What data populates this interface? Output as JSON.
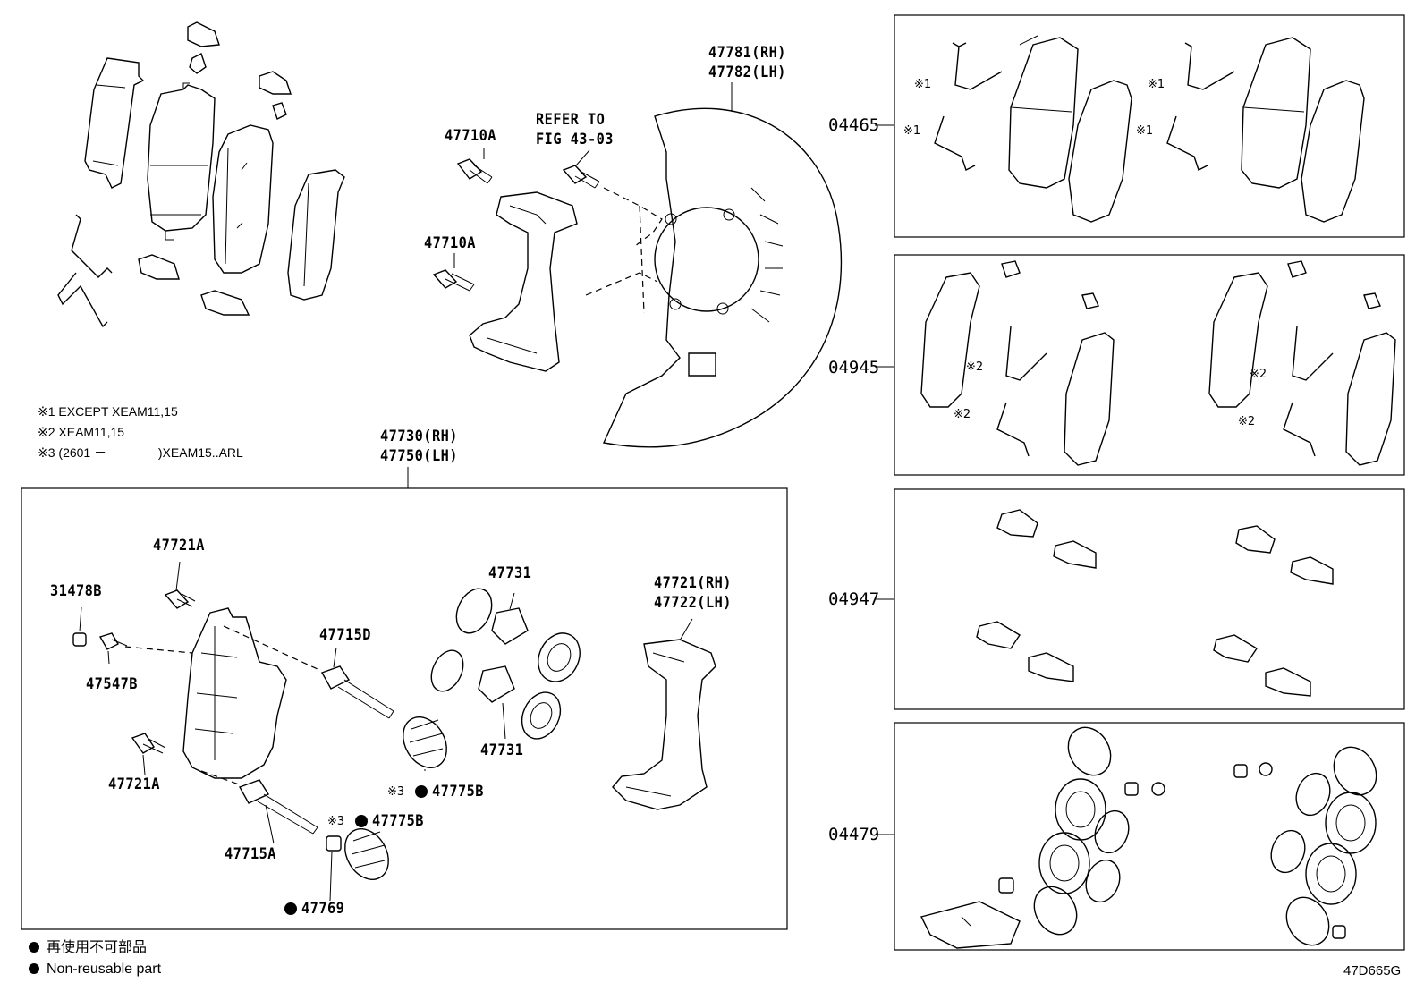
{
  "notes": {
    "n1": "※1 EXCEPT XEAM11,15",
    "n2": "※2 XEAM11,15",
    "n3a": "※3 (2601 －",
    "n3b": ")XEAM15..ARL"
  },
  "legend": {
    "jp": "再使用不可部品",
    "en": "Non-reusable part"
  },
  "diagram_code": "47D665G",
  "parts": {
    "p47781": "47781(RH)",
    "p47782": "47782(LH)",
    "refer1": "REFER TO",
    "refer2": "FIG 43-03",
    "p47710a_1": "47710A",
    "p47710a_2": "47710A",
    "p47730": "47730(RH)",
    "p47750": "47750(LH)",
    "p47721a_1": "47721A",
    "p31478b": "31478B",
    "p47547b": "47547B",
    "p47715d": "47715D",
    "p47731_1": "47731",
    "p47731_2": "47731",
    "p47721": "47721(RH)",
    "p47722": "47722(LH)",
    "p47721a_2": "47721A",
    "p47775b_1": "47775B",
    "p47775b_2": "47775B",
    "p47715a": "47715A",
    "p47769": "47769"
  },
  "marks": {
    "m3a": "※3",
    "m3b": "※3",
    "s1a": "※1",
    "s1b": "※1",
    "s1c": "※1",
    "s1d": "※1",
    "s2a": "※2",
    "s2b": "※2",
    "s2c": "※2",
    "s2d": "※2"
  },
  "groups": {
    "g04465": "04465",
    "g04945": "04945",
    "g04947": "04947",
    "g04479": "04479"
  }
}
